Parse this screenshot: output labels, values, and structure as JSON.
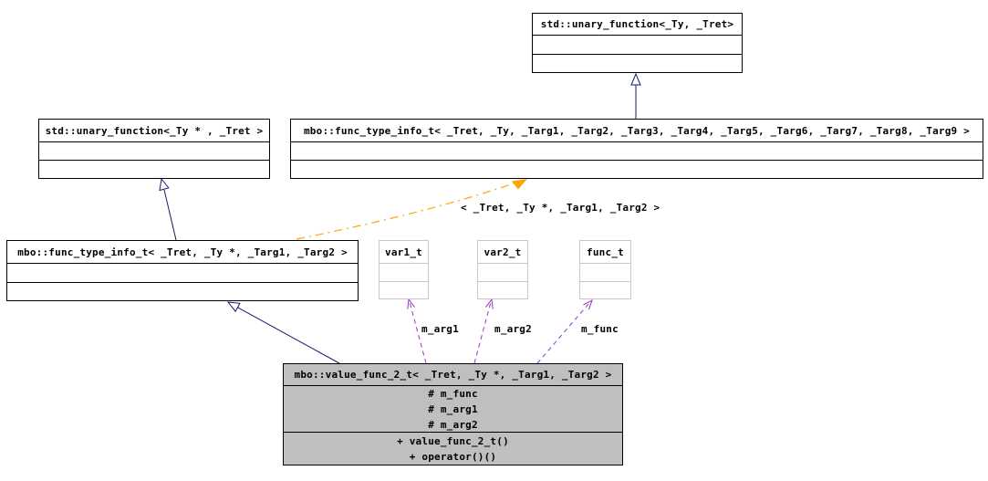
{
  "diagram": {
    "nodes": {
      "std_unary_function_ty": {
        "title": "std::unary_function<_Ty, _Tret>"
      },
      "std_unary_function_typtr": {
        "title": "std::unary_function<_Ty * , _Tret >"
      },
      "func_type_info_full": {
        "title": "mbo::func_type_info_t< _Tret, _Ty, _Targ1, _Targ2, _Targ3, _Targ4, _Targ5, _Targ6, _Targ7, _Targ8, _Targ9 >"
      },
      "func_type_info_ptr": {
        "title": "mbo::func_type_info_t< _Tret, _Ty *, _Targ1, _Targ2 >"
      },
      "var1_t": {
        "title": "var1_t"
      },
      "var2_t": {
        "title": "var2_t"
      },
      "func_t": {
        "title": "func_t"
      },
      "value_func_2_t": {
        "title": "mbo::value_func_2_t< _Tret, _Ty *, _Targ1, _Targ2 >",
        "attributes": [
          "# m_func",
          "# m_arg1",
          "# m_arg2"
        ],
        "methods": [
          "+ value_func_2_t()",
          "+ operator()()"
        ]
      }
    },
    "edge_labels": {
      "template_args": "< _Tret, _Ty *, _Targ1, _Targ2 >",
      "m_arg1": "m_arg1",
      "m_arg2": "m_arg2",
      "m_func": "m_func"
    },
    "colors": {
      "inheritance": "#191970",
      "usage": "#9a32cd",
      "template_instance": "#ffa500",
      "node_border": "#000000",
      "undocumented_border": "#c8c8c8",
      "focus_fill": "#bfbfbf"
    }
  }
}
